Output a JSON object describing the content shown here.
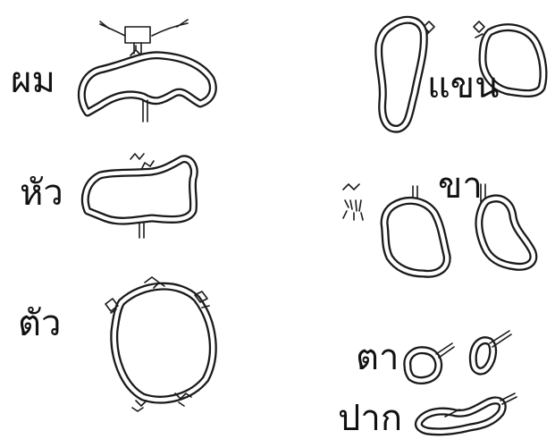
{
  "labels": {
    "hair": "ผม",
    "head": "หัว",
    "body": "ตัว",
    "arm": "แขน",
    "leg": "ขา",
    "eye": "ตา",
    "mouth": "ปาก"
  }
}
